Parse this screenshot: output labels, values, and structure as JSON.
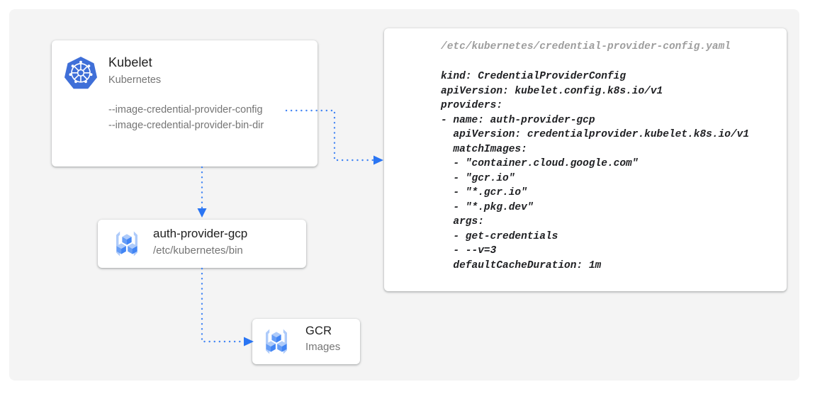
{
  "diagram": {
    "title_hidden": "",
    "colors": {
      "accent_blue": "#4285f4",
      "arrow_blue": "#2a75f3",
      "panel_bg": "#f4f4f4",
      "card_bg": "#ffffff",
      "text_primary": "#212121",
      "text_secondary": "#757575",
      "code_text": "#202124",
      "code_path_text": "#9e9e9e"
    }
  },
  "kubelet_card": {
    "icon": "kubernetes-logo-icon",
    "title": "Kubelet",
    "subtitle": "Kubernetes",
    "flags": [
      "--image-credential-provider-config",
      "--image-credential-provider-bin-dir"
    ]
  },
  "auth_provider_card": {
    "icon": "container-registry-icon",
    "title": "auth-provider-gcp",
    "subtitle": "/etc/kubernetes/bin"
  },
  "gcr_card": {
    "icon": "container-registry-icon",
    "title": "GCR",
    "subtitle": "Images"
  },
  "yaml_card": {
    "path": "/etc/kubernetes/credential-provider-config.yaml",
    "lines": [
      "kind: CredentialProviderConfig",
      "apiVersion: kubelet.config.k8s.io/v1",
      "providers:",
      "- name: auth-provider-gcp",
      "  apiVersion: credentialprovider.kubelet.k8s.io/v1",
      "  matchImages:",
      "  - \"container.cloud.google.com\"",
      "  - \"gcr.io\"",
      "  - \"*.gcr.io\"",
      "  - \"*.pkg.dev\"",
      "  args:",
      "  - get-credentials",
      "  - --v=3",
      "  defaultCacheDuration: 1m"
    ]
  },
  "connectors": [
    {
      "name": "kubelet-to-config-file",
      "style": "dotted",
      "arrow": "right"
    },
    {
      "name": "kubelet-to-auth-provider",
      "style": "dotted",
      "arrow": "down"
    },
    {
      "name": "auth-provider-to-gcr",
      "style": "dotted",
      "arrow": "right"
    }
  ]
}
